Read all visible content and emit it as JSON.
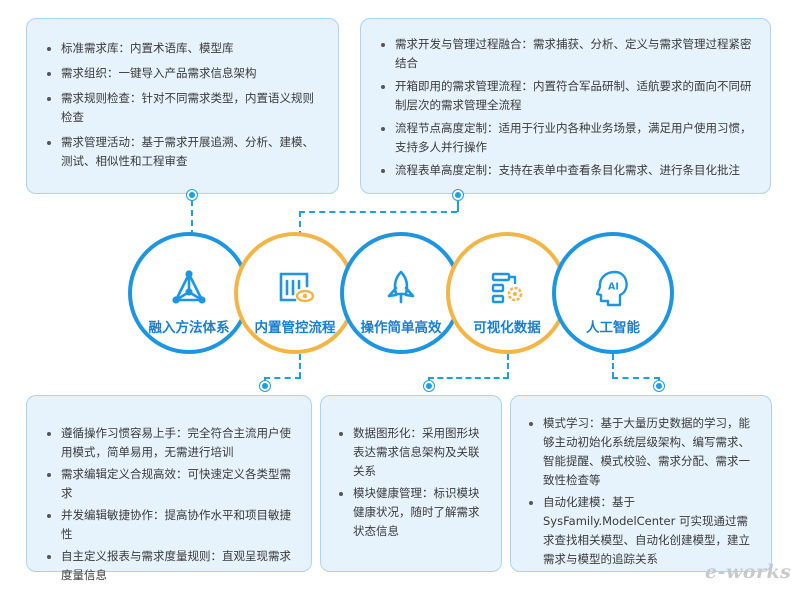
{
  "top_left": {
    "items": [
      "标准需求库：内置术语库、模型库",
      "需求组织：一键导入产品需求信息架构",
      "需求规则检查：针对不同需求类型，内置语义规则检查",
      "需求管理活动：基于需求开展追溯、分析、建模、测试、相似性和工程审查"
    ]
  },
  "top_right": {
    "items": [
      "需求开发与管理过程融合：需求捕获、分析、定义与需求管理过程紧密结合",
      "开箱即用的需求管理流程：内置符合军品研制、适航要求的面向不同研制层次的需求管理全流程",
      "流程节点高度定制：适用于行业内各种业务场景，满足用户使用习惯，支持多人并行操作",
      "流程表单高度定制：支持在表单中查看条目化需求、进行条目化批注"
    ]
  },
  "circles": [
    {
      "label": "融入方法体系",
      "icon": "network-triangle-icon",
      "color": "blue"
    },
    {
      "label": "内置管控流程",
      "icon": "chart-eye-icon",
      "color": "gold"
    },
    {
      "label": "操作简单高效",
      "icon": "rocket-icon",
      "color": "blue"
    },
    {
      "label": "可视化数据",
      "icon": "flowchart-gear-icon",
      "color": "gold"
    },
    {
      "label": "人工智能",
      "icon": "ai-head-icon",
      "color": "blue"
    }
  ],
  "bottom_left": {
    "items": [
      "遵循操作习惯容易上手：完全符合主流用户使用模式，简单易用，无需进行培训",
      "需求编辑定义合规高效：可快速定义各类型需求",
      "并发编辑敏捷协作：提高协作水平和项目敏捷性",
      "自主定义报表与需求度量规则：直观呈现需求度量信息"
    ]
  },
  "bottom_middle": {
    "items": [
      "数据图形化：采用图形块表达需求信息架构及关联关系",
      "模块健康管理：标识模块健康状况，随时了解需求状态信息"
    ]
  },
  "bottom_right": {
    "items": [
      "模式学习：基于大量历史数据的学习，能够主动初始化系统层级架构、编写需求、智能提醒、模式校验、需求分配、需求一致性检查等",
      "自动化建模：基于 SysFamily.ModelCenter 可实现通过需求查找相关模型、自动化创建模型，建立需求与模型的追踪关系"
    ]
  },
  "watermark": "e-works",
  "colors": {
    "blue": "#1e95e0",
    "gold": "#f2b546",
    "box_bg": "#e6f3fc",
    "box_border": "#a9d4f1",
    "label": "#1b7fd1",
    "connector": "#1aa0e3"
  }
}
